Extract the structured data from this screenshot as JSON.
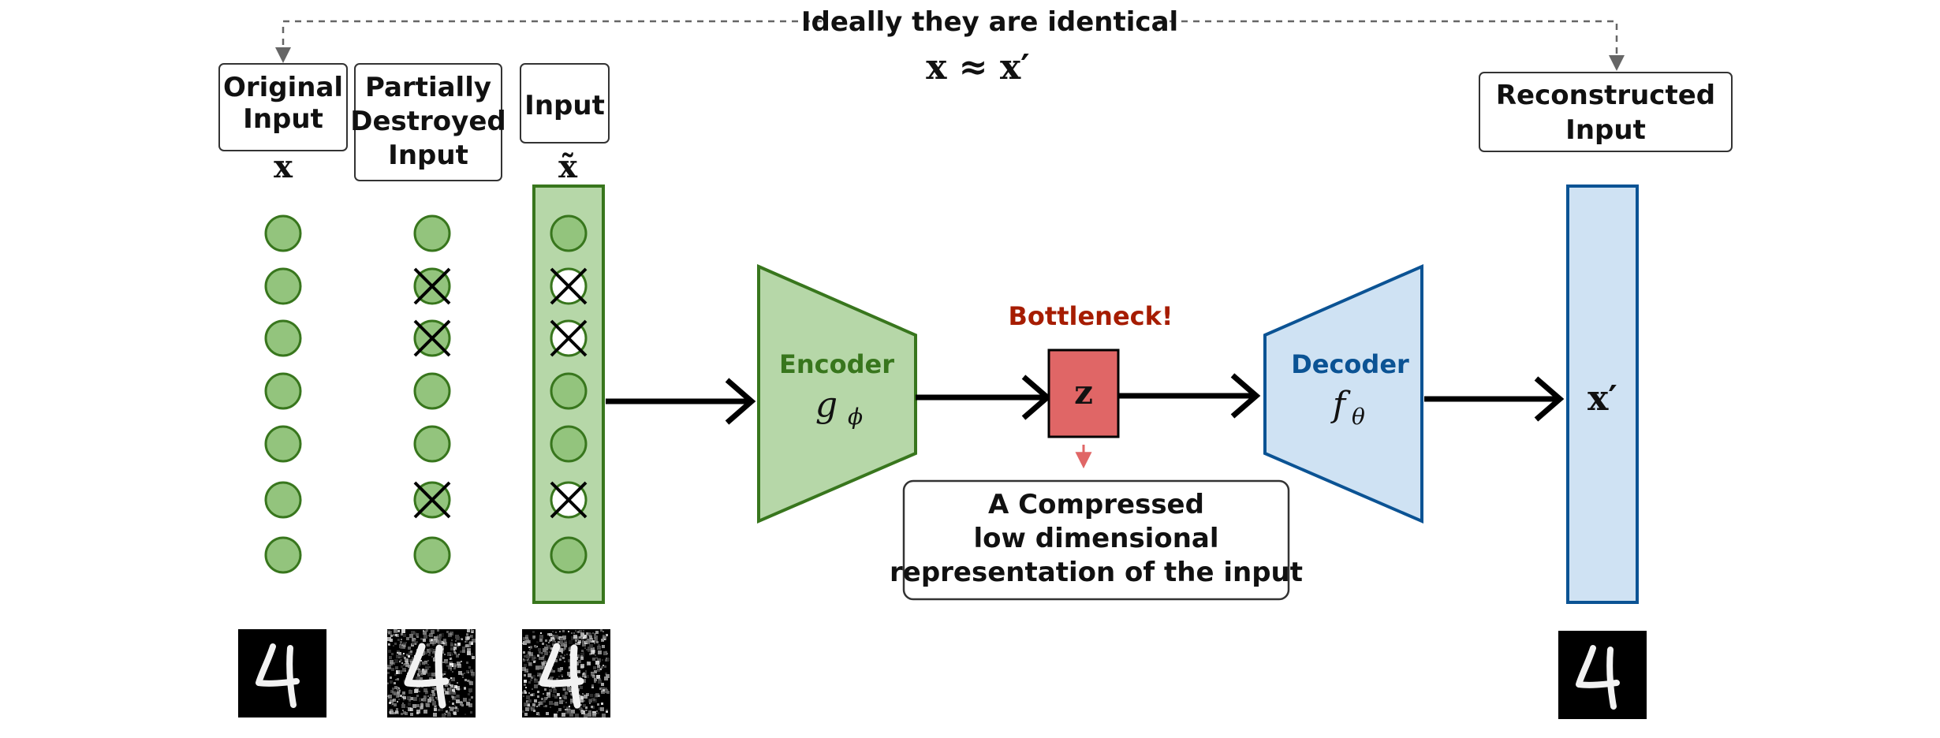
{
  "top_note": {
    "text": "Ideally they are identical",
    "equation": "x ≈ x′"
  },
  "columns": {
    "original": {
      "title_lines": [
        "Original",
        "Input"
      ],
      "symbol": "x"
    },
    "destroyed": {
      "title_lines": [
        "Partially",
        "Destroyed",
        "Input"
      ]
    },
    "input": {
      "title_lines": [
        "Input"
      ],
      "symbol": "x̃"
    },
    "reconstructed": {
      "title_lines": [
        "Reconstructed",
        "Input"
      ],
      "symbol": "x′"
    }
  },
  "nodes": {
    "count": 7,
    "destroyed_indices": [
      1,
      2,
      5
    ]
  },
  "encoder": {
    "label": "Encoder",
    "function": "g",
    "subscript": "ϕ"
  },
  "decoder": {
    "label": "Decoder",
    "function": "f",
    "subscript": "θ"
  },
  "bottleneck": {
    "label": "Bottleneck!",
    "symbol": "z",
    "description_lines": [
      "A Compressed",
      "low dimensional",
      "representation of the input"
    ]
  },
  "digit_images": {
    "original": "handwritten digit 4 (clean)",
    "noisy_1": "handwritten digit 4 (noisy)",
    "noisy_2": "handwritten digit 4 (noisy)",
    "reconstructed": "handwritten digit 4 (clean)"
  },
  "colors": {
    "node_fill": "#93c47d",
    "node_stroke": "#38761d",
    "encoder_fill": "#b6d7a8",
    "encoder_stroke": "#38761d",
    "encoder_text": "#38761d",
    "decoder_fill": "#cfe2f3",
    "decoder_stroke": "#0b5394",
    "decoder_text": "#0b5394",
    "bottleneck_fill": "#e06666",
    "bottleneck_label": "#a61c00",
    "down_arrow": "#e06666"
  }
}
